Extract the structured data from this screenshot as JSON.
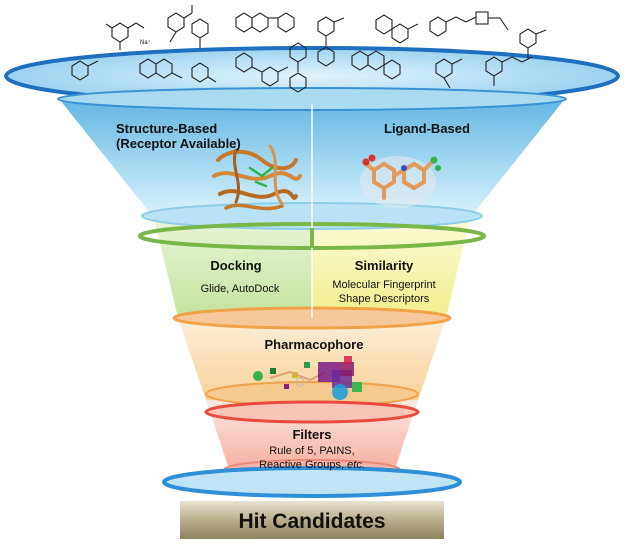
{
  "funnel": {
    "structure_based": {
      "title_line1": "Structure-Based",
      "title_line2": "(Receptor Available)"
    },
    "ligand_based": {
      "title": "Ligand-Based"
    },
    "docking": {
      "title": "Docking",
      "tools": "Glide, AutoDock"
    },
    "similarity": {
      "title": "Similarity",
      "line1": "Molecular Fingerprint",
      "line2": "Shape Descriptors"
    },
    "pharmacophore": {
      "title": "Pharmacophore"
    },
    "filters": {
      "title": "Filters",
      "line1": "Rule of 5, PAINS,",
      "line2_main": "Reactive Groups, ",
      "line2_italic": "etc."
    },
    "output": {
      "label": "Hit Candidates"
    }
  },
  "molecule_annotations": {
    "sodium": "Na⁺"
  },
  "colors": {
    "top_band": "#2e8fd6",
    "blue_tier": "#8fd0ee",
    "docking_tier": "#c9e6a6",
    "similarity_tier": "#f2f29a",
    "pharmacophore_tier": "#f8d7a4",
    "filters_tier": "#f7b2a4",
    "orange_ring": "#f2a24a",
    "red_ring": "#e64b3c",
    "green_ring": "#7ab648",
    "output_banner": "#b7ab8a"
  }
}
